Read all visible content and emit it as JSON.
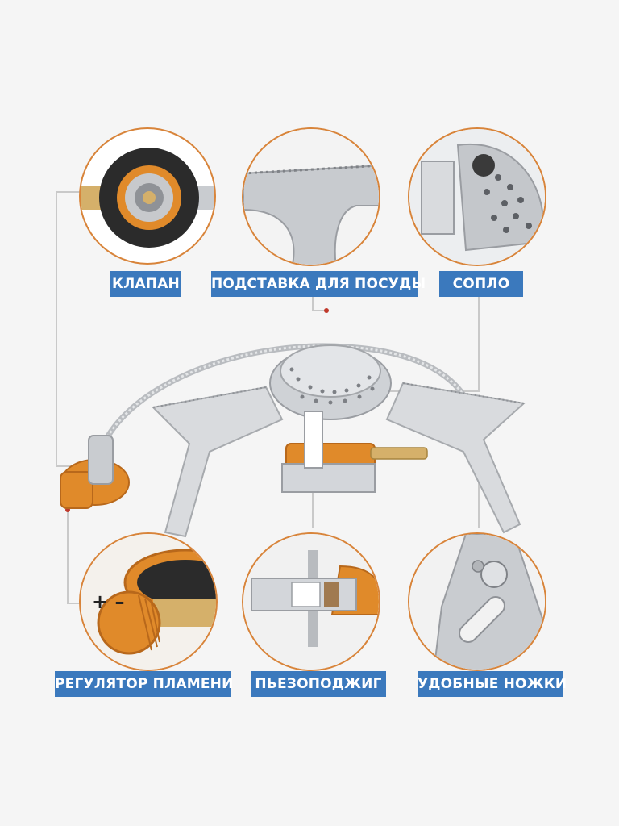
{
  "colors": {
    "background": "#f5f5f5",
    "label_bg": "#3b79bd",
    "label_text": "#ffffff",
    "circle_border": "#d8843a",
    "accent_orange": "#e08a2a",
    "steel": "#c9ccd0",
    "marker": "#c0392b"
  },
  "labels": {
    "valve": "КЛАПАН",
    "pot_support": "ПОДСТАВКА ДЛЯ ПОСУДЫ",
    "nozzle": "СОПЛО",
    "flame_regulator": "РЕГУЛЯТОР ПЛАМЕНИ",
    "piezo_ignition": "ПЬЕЗОПОДЖИГ",
    "comfortable_legs": "УДОБНЫЕ НОЖКИ"
  },
  "regulator_markings": "+ –"
}
